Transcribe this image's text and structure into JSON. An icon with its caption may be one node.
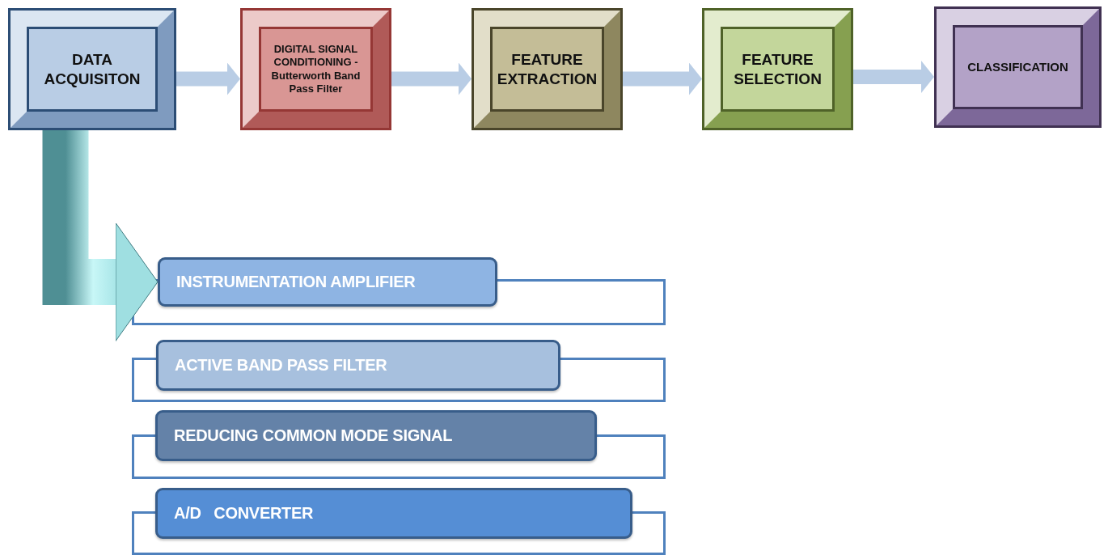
{
  "diagram": {
    "nodes": [
      {
        "text": [
          "DATA ACQUISITON"
        ]
      },
      {
        "text": [
          "DIGITAL SIGNAL CONDITIONING -",
          "Butterworth Band Pass Filter"
        ]
      },
      {
        "text": [
          "FEATURE EXTRACTION"
        ]
      },
      {
        "text": [
          "FEATURE SELECTION"
        ]
      },
      {
        "text": [
          "CLASSIFICATION"
        ]
      },
      {
        "text": [
          "INSTRUMENTATION AMPLIFIER"
        ]
      },
      {
        "text": [
          "ACTIVE BAND PASS FILTER"
        ]
      },
      {
        "text": [
          "REDUCING COMMON MODE SIGNAL"
        ]
      },
      {
        "text": [
          "A/D   CONVERTER"
        ]
      }
    ],
    "edges": [
      {
        "from": 0,
        "to": 1,
        "arrow": "to"
      },
      {
        "from": 1,
        "to": 2,
        "arrow": "to"
      },
      {
        "from": 2,
        "to": 3,
        "arrow": "to"
      },
      {
        "from": 3,
        "to": 4,
        "arrow": "to"
      },
      {
        "from": 0,
        "to": 5,
        "arrow": "to",
        "style": "thick"
      }
    ]
  }
}
